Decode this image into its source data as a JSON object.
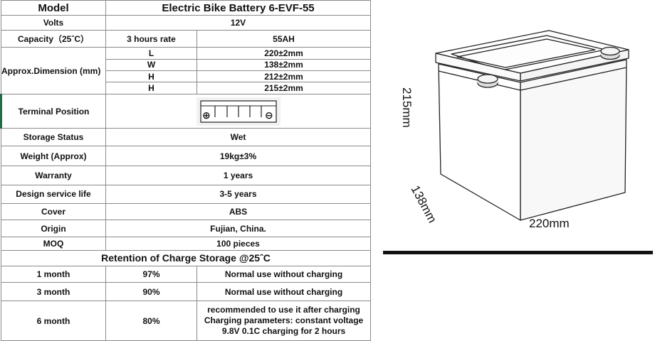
{
  "table": {
    "model": {
      "label": "Model",
      "value": "Electric Bike Battery  6-EVF-55"
    },
    "volts": {
      "label": "Volts",
      "value": "12V"
    },
    "capacity": {
      "label": "Capacity（25ˆC）",
      "rate": "3 hours rate",
      "value": "55AH"
    },
    "dimension": {
      "label": "Approx.Dimension  (mm)",
      "rows": [
        {
          "key": "L",
          "value": "220±2mm"
        },
        {
          "key": "W",
          "value": "138±2mm"
        },
        {
          "key": "H",
          "value": "212±2mm"
        },
        {
          "key": "H",
          "value": "215±2mm"
        }
      ]
    },
    "terminal": {
      "label": "Terminal Position",
      "plus": "⊕",
      "minus": "⊖"
    },
    "storage_status": {
      "label": "Storage Status",
      "value": "Wet"
    },
    "weight": {
      "label": "Weight  (Approx)",
      "value": "19kg±3%"
    },
    "warranty": {
      "label": "Warranty",
      "value": "1 years"
    },
    "design_life": {
      "label": "Design service life",
      "value": "3-5 years"
    },
    "cover": {
      "label": "Cover",
      "value": "ABS"
    },
    "origin": {
      "label": "Origin",
      "value": "Fujian, China."
    },
    "moq": {
      "label": "MOQ",
      "value": "100 pieces"
    },
    "retention": {
      "title": "Retention of Charge Storage @25ˆC",
      "rows": [
        {
          "period": "1 month",
          "percent": "97%",
          "note": "Normal use without charging"
        },
        {
          "period": "3 month",
          "percent": "90%",
          "note": "Normal use without charging"
        },
        {
          "period": "6 month",
          "percent": "80%",
          "note": "recommended to use it after charging Charging parameters: constant voltage 9.8V 0.1C  charging for 2 hours"
        }
      ]
    }
  },
  "drawing": {
    "height_label": "215mm",
    "width_label": "138mm",
    "length_label": "220mm"
  }
}
